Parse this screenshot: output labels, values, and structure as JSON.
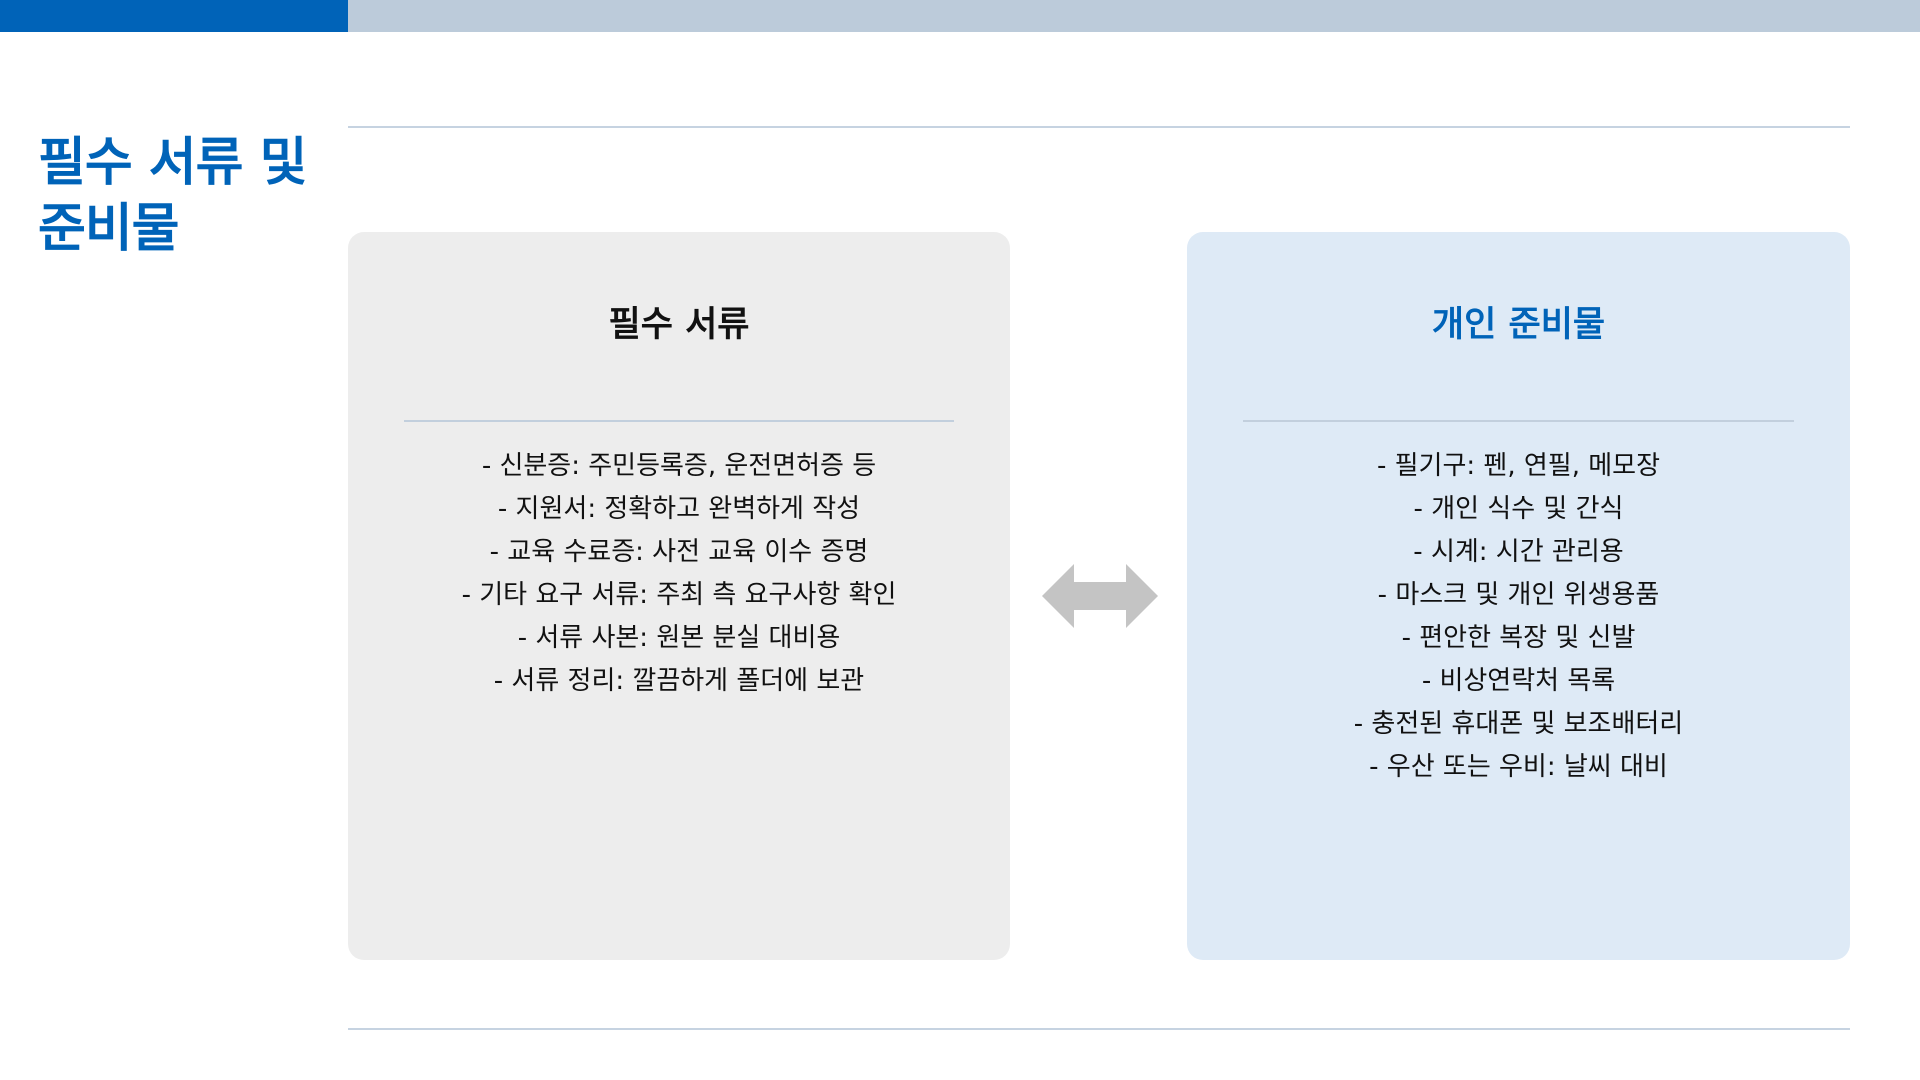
{
  "header": {
    "accent_color": "#0063b8",
    "bar_color": "#bccbda"
  },
  "page": {
    "title_line1": "필수 서류 및",
    "title_line2": "준비물"
  },
  "cards": [
    {
      "title": "필수 서류",
      "items": [
        "- 신분증: 주민등록증, 운전면허증 등",
        "- 지원서: 정확하고 완벽하게 작성",
        "- 교육 수료증: 사전 교육 이수 증명",
        "- 기타 요구 서류: 주최 측 요구사항 확인",
        "- 서류 사본: 원본 분실 대비용",
        "- 서류 정리: 깔끔하게 폴더에 보관"
      ]
    },
    {
      "title": "개인 준비물",
      "items": [
        "- 필기구: 펜, 연필, 메모장",
        "- 개인 식수 및 간식",
        "- 시계: 시간 관리용",
        "- 마스크 및 개인 위생용품",
        "- 편안한 복장 및 신발",
        "- 비상연락처 목록",
        "- 충전된 휴대폰 및 보조배터리",
        "- 우산 또는 우비: 날씨 대비"
      ]
    }
  ],
  "connector": {
    "icon": "double-arrow-icon",
    "color": "#c4c4c4"
  }
}
